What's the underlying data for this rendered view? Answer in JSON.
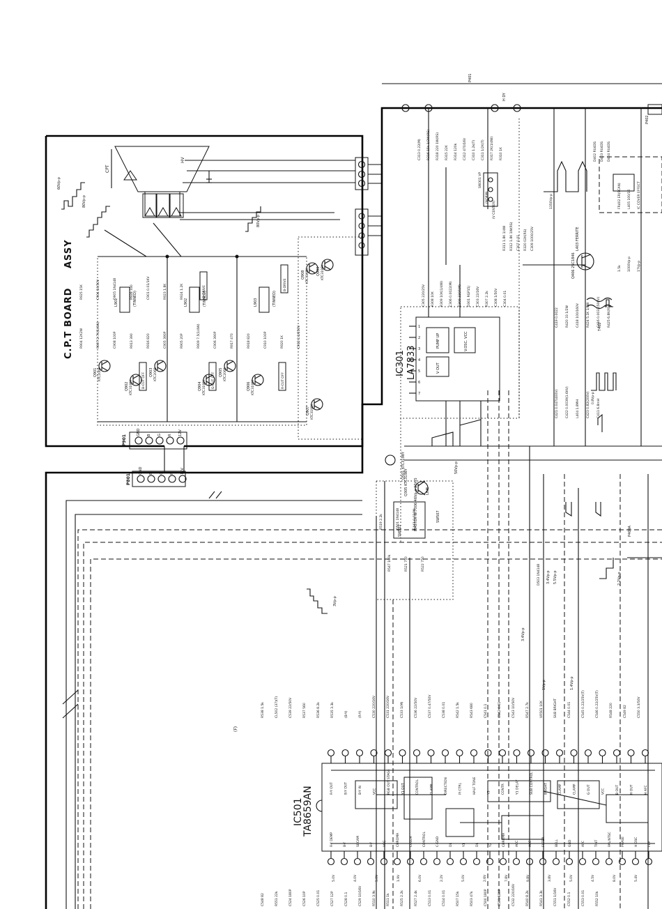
{
  "board": {
    "title": "C.P.T BOARD",
    "assy": "ASSY",
    "connector_cpt": "P901",
    "connector_main": "P801",
    "pins": [
      "GND",
      "B",
      "G",
      "R",
      "12V"
    ],
    "crt": "CPT",
    "crt_anode": "HV",
    "transistors": [
      "Q901",
      "Q902",
      "Q903",
      "Q904",
      "Q905",
      "Q906",
      "Q907",
      "Q908",
      "Q909"
    ],
    "trans_types": [
      "KTC2068",
      "KTC3198Y",
      "KTC2068",
      "KTC3198Y",
      "KTC2068",
      "KTC3198Y",
      "KTC3198Y",
      "KTC3198Y",
      "KTC3198Y"
    ],
    "controls": [
      "B-CUT OFF",
      "G-CUT OFF",
      "R-CUT OFF",
      "G-DRIVE",
      "B-DRIVE"
    ],
    "coils": [
      "L901",
      "L902",
      "L903"
    ],
    "coil_label": "(TINNED)",
    "waveforms": [
      "60Vp-p",
      "80Vp-p",
      "80Vp-p"
    ],
    "parts": [
      "R904 12K2W",
      "R907 2.7K(1/4W)",
      "C908 100P",
      "R913 390",
      "R916 820",
      "C905 390P",
      "R905 20P",
      "R909 7.5(1/4W)",
      "C906 390P",
      "R917 470",
      "R918 820",
      "C910 100P",
      "R920 1K",
      "C912 2.2/250V",
      "R925 15K",
      "C904 10/50V",
      "D905 1N4148",
      "R928 330",
      "C901 0.01/1KV",
      "R923 1.8K",
      "R924 1.2K"
    ]
  },
  "ic301": {
    "name": "IC301",
    "part": "LA7833",
    "pins": [
      "1",
      "2",
      "3",
      "4",
      "5",
      "6",
      "7"
    ],
    "blocks": [
      "PUMP UP",
      "V OUT",
      "V.OSC. VCC"
    ],
    "parts": [
      "C313 0.22(M)",
      "R316 15k 1/2W(RS)",
      "R318 220 1W(RS)",
      "R315 22K",
      "R314 120k",
      "C312 470/16V",
      "C310 1.2k(T)",
      "C311 1/2K(T)",
      "R317 2K(1/4W)",
      "R310 1K",
      "C305 220/25V",
      "R308 10K",
      "R309 10K(1/4W)",
      "C306 0.0022(M)",
      "C309 330P(M)",
      "D301 RGP15J",
      "C303 22/16V",
      "R307 2.2k",
      "C308 1/50V",
      "C304 0.01"
    ],
    "switches": [
      "SW301 VP",
      "(NORM)",
      "(V CENTER)"
    ],
    "parts2": [
      "R311 1.8K 1/4W",
      "R312 1.8K 1W(RS)",
      "C307 0.01",
      "R320 02K(RS)",
      "C309 1000/25V"
    ],
    "waveform": "50Vp-p",
    "q": "Q305 KTC3198Y",
    "q_note": "W:7306 46Vp-p 20mS"
  },
  "right_section": {
    "connectors": [
      "P401",
      "P402",
      "P404A"
    ],
    "connector_hint": "H DY",
    "transistor": "Q406 2SC1846",
    "coil": "L403 FERRITE",
    "flyback": "T402",
    "diodes": [
      "D402 RU4DS",
      "D403 RU4DS",
      "D404 RU4DS"
    ],
    "parts": [
      "C419 0.0022",
      "R420 33 1/2W",
      "C418 100/160V",
      "R424 5.1K 1/2W",
      "C416 0.0033(500V)",
      "R425 6.8K(RS)",
      "C421 0.047(400V)",
      "C422 0.0039(1.6KV)",
      "L404 1.8MH",
      "C423 0.82(200V)",
      "C411 6.8mH"
    ],
    "notes": [
      "FR402 ER(SCAN)",
      "L405 100/16",
      "IC COVER EFFECT",
      "1.5k",
      "1000Vp-p",
      "17Vp-p"
    ],
    "waveforms": [
      "1350Vp-p",
      "0.8Vp-p"
    ]
  },
  "lower_section": {
    "q": "Q501 KTC3198Y",
    "q_parts": [
      "R519 2.2k",
      "R547 100k",
      "D501 1N4148",
      "R521 750",
      "C441 0.01(M)",
      "R522 750"
    ],
    "switch": "SW502",
    "switch_label": "MASTER",
    "switch_note": "SW507",
    "switch_pos": "LINE",
    "diode": "D503 1N4148",
    "waveforms": [
      "3Vp-p",
      "3.4Vp-p",
      "5.5Vp-p",
      "2.2Vp-p",
      "3.4Vp-p",
      "1Vp-p",
      "1.4Vp-p"
    ],
    "ic_name": "IC501",
    "ic_part": "TA8659AN",
    "parts": [
      "R538 1.5k",
      "CL502 (37)(T)",
      "C539 22/50V",
      "R537 560",
      "R536 8.2k",
      "R535 3.3k",
      "(B-Y)",
      "(R-Y)",
      "C530 220/16V",
      "C531 220/16V",
      "C533 1(M)",
      "C536 22/50V",
      "C537 0.47/50V",
      "C538 0.01",
      "R542 1.5k",
      "R543 680",
      "C541 0.1",
      "C542 0.01",
      "C543 10/50V",
      "R547 2.7k",
      "VR501 10K",
      "SUB BRIGHT",
      "C544 0.01",
      "C545 0.22/25V(T)",
      "C546 0.22/25V(T)",
      "R548 220",
      "C549 82",
      "C550 3.3/50V",
      "C548 82",
      "R551 22k",
      "C524 180P",
      "C526 10P",
      "C525 0.01",
      "C527 12P",
      "C528 0.1",
      "C529 10/16V",
      "R510 3.9k",
      "R511 1k",
      "R525 2.2k",
      "R527 2.4k",
      "C513 0.01",
      "C514 0.01",
      "R507 15k",
      "R503 47k",
      "C500 180P",
      "C501 180P",
      "C532 220/16V",
      "R540 8.2k",
      "R541 3.3k",
      "C551 1/16V",
      "C552 0.1",
      "C553 0.01",
      "R552 10k"
    ],
    "pins_top": [
      "R-Y OUT",
      "B-Y OUT",
      "B-Y IN",
      "VCC",
      "RGB OUT STAGE",
      "Y1 OUT",
      "CONTROL",
      "CLAMP",
      "DIRECTION",
      "PI CTRL",
      "HALF TONE",
      "YS",
      "CONTR",
      "Y1 DELAY",
      "SUB CONTROL",
      "BRIGHT",
      "CLAMP",
      "CLAMP",
      "G OUT",
      "VCC",
      "B OUT",
      "H OUT",
      "H AFC"
    ],
    "pins_bottom": [
      "R-Y DEMP",
      "B-Y",
      "SECAM",
      "B-Y",
      "VCC",
      "CHROMA",
      "COLOR",
      "CONTROL",
      "C-GND",
      "DL",
      "Y1",
      "DL",
      "Y2",
      "CHROMA",
      "ACC",
      "ACC",
      "FILTER",
      "BELL",
      "GND",
      "APC",
      "TINT",
      "PAL/NTSC",
      "PHASE",
      "H OSC",
      "FBP"
    ],
    "bias_values": [
      "5.0V",
      "4.0V",
      "5.0V",
      "1.9V",
      "6.0V",
      "2.2V",
      "5.0V",
      "2.6V",
      "7.8V",
      "9.8V",
      "3.8V",
      "5.0V",
      "4.5V",
      "8.0V",
      "5.4V"
    ],
    "note": "(F)"
  }
}
